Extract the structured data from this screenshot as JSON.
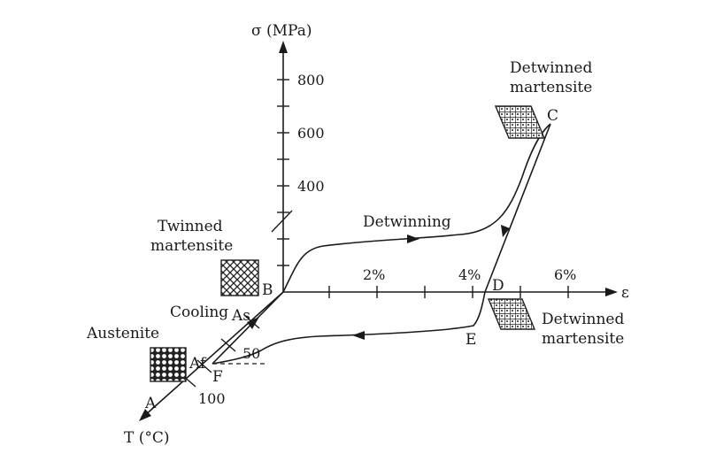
{
  "axes": {
    "stress_label": "σ (MPa)",
    "strain_label": "ε",
    "temp_label": "T (°C)",
    "stress_ticks": [
      "800",
      "600",
      "400"
    ],
    "strain_ticks": [
      "2%",
      "4%",
      "6%"
    ],
    "temp_ticks": [
      "50",
      "100"
    ]
  },
  "points": {
    "A": "A",
    "B": "B",
    "C": "C",
    "D": "D",
    "E": "E",
    "F": "F",
    "As": "As",
    "Af": "Af"
  },
  "annotations": {
    "twinned_line1": "Twinned",
    "twinned_line2": "martensite",
    "austenite": "Austenite",
    "cooling": "Cooling",
    "detwinning": "Detwinning",
    "detwinned_top_line1": "Detwinned",
    "detwinned_top_line2": "martensite",
    "detwinned_bottom_line1": "Detwinned",
    "detwinned_bottom_line2": "martensite"
  }
}
